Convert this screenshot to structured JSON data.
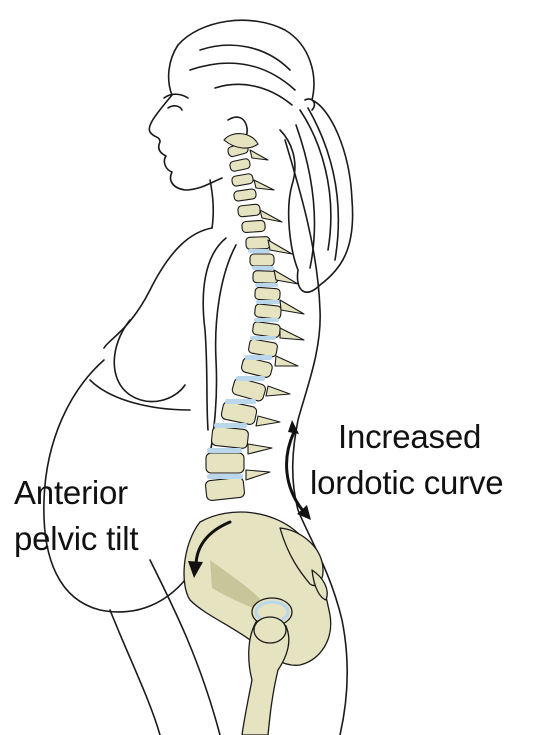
{
  "labels": {
    "curve_line1": "Increased",
    "curve_line2": "lordotic curve",
    "tilt_line1": "Anterior",
    "tilt_line2": "pelvic tilt"
  },
  "colors": {
    "outline": "#1a1a1a",
    "bone_fill": "#e6e3c0",
    "bone_shadow": "#c9c59a",
    "disc": "#b9d6ea",
    "arrow": "#111111"
  }
}
